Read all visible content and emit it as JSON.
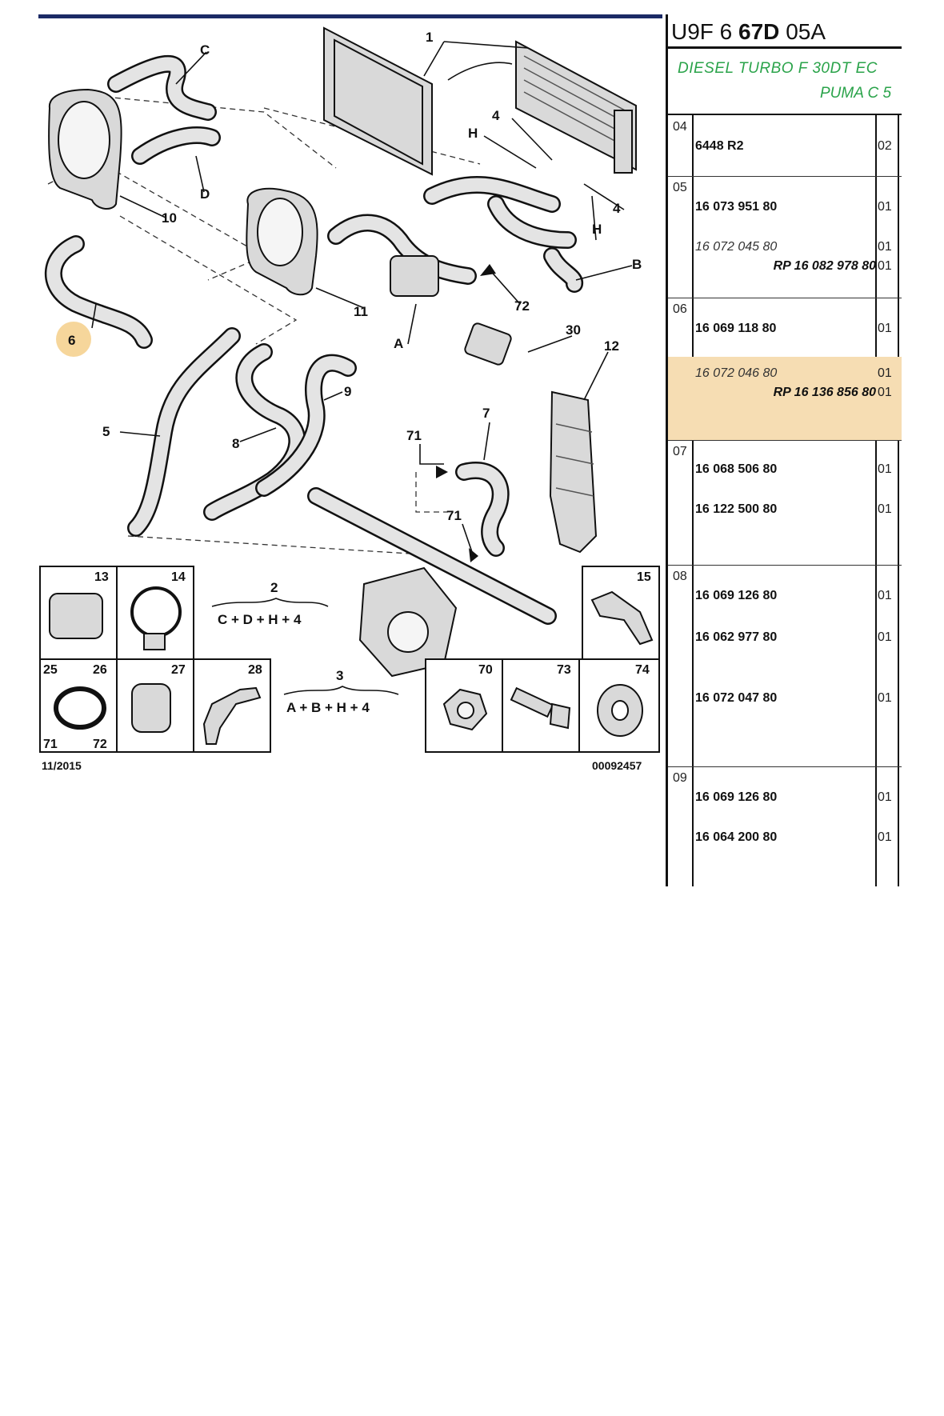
{
  "diagram": {
    "labels": {
      "n1": "1",
      "c": "C",
      "d": "D",
      "n10": "10",
      "h1": "H",
      "n4a": "4",
      "n4b": "4",
      "h2": "H",
      "b": "B",
      "n6": "6",
      "n11": "11",
      "a": "A",
      "n72": "72",
      "n30": "30",
      "n12": "12",
      "n5": "5",
      "n8": "8",
      "n9": "9",
      "n7": "7",
      "n71a": "71",
      "n71b": "71",
      "n2": "2",
      "n3": "3"
    },
    "formulas": {
      "kit2": "C + D + H + 4",
      "kit3": "A + B + H + 4"
    },
    "boxes": {
      "b13": "13",
      "b14": "14",
      "b15": "15",
      "b25": "25",
      "b26": "26",
      "b27": "27",
      "b28": "28",
      "b70": "70",
      "b73": "73",
      "b74": "74",
      "b71": "71",
      "b72": "72"
    },
    "footer": {
      "date": "11/2015",
      "ref": "00092457"
    },
    "highlight_color": "#f3c87a"
  },
  "reference": {
    "code_a": "U9F 6",
    "code_b": "67D",
    "code_c": "05A",
    "engine": "DIESEL TURBO F 30DT EC",
    "variant": "PUMA C 5",
    "text_color": "#2aa34a",
    "row_highlight_color": "#f6ddb3",
    "rows": [
      {
        "index": "04",
        "lines": [
          {
            "part": "6448 R2",
            "qty": "02"
          }
        ]
      },
      {
        "index": "05",
        "lines": [
          {
            "part": "16 073 951 80",
            "qty": "01"
          },
          {
            "part": "16 072 045 80",
            "qty": "01"
          },
          {
            "part": "RP 16 082 978 80",
            "qty": "01"
          }
        ]
      },
      {
        "index": "06",
        "lines": [
          {
            "part": "16 069 118 80",
            "qty": "01"
          }
        ]
      },
      {
        "index": "",
        "lines": [
          {
            "part": "16 072 046 80",
            "qty": "01"
          },
          {
            "part": "RP 16 136 856 80",
            "qty": "01"
          }
        ]
      },
      {
        "index": "07",
        "lines": [
          {
            "part": "16 068 506 80",
            "qty": "01"
          },
          {
            "part": "16 122 500 80",
            "qty": "01"
          }
        ]
      },
      {
        "index": "08",
        "lines": [
          {
            "part": "16 069 126 80",
            "qty": "01"
          },
          {
            "part": "16 062 977 80",
            "qty": "01"
          },
          {
            "part": "16 072 047 80",
            "qty": "01"
          }
        ]
      },
      {
        "index": "09",
        "lines": [
          {
            "part": "16 069 126 80",
            "qty": "01"
          },
          {
            "part": "16 064 200 80",
            "qty": "01"
          }
        ]
      }
    ]
  }
}
